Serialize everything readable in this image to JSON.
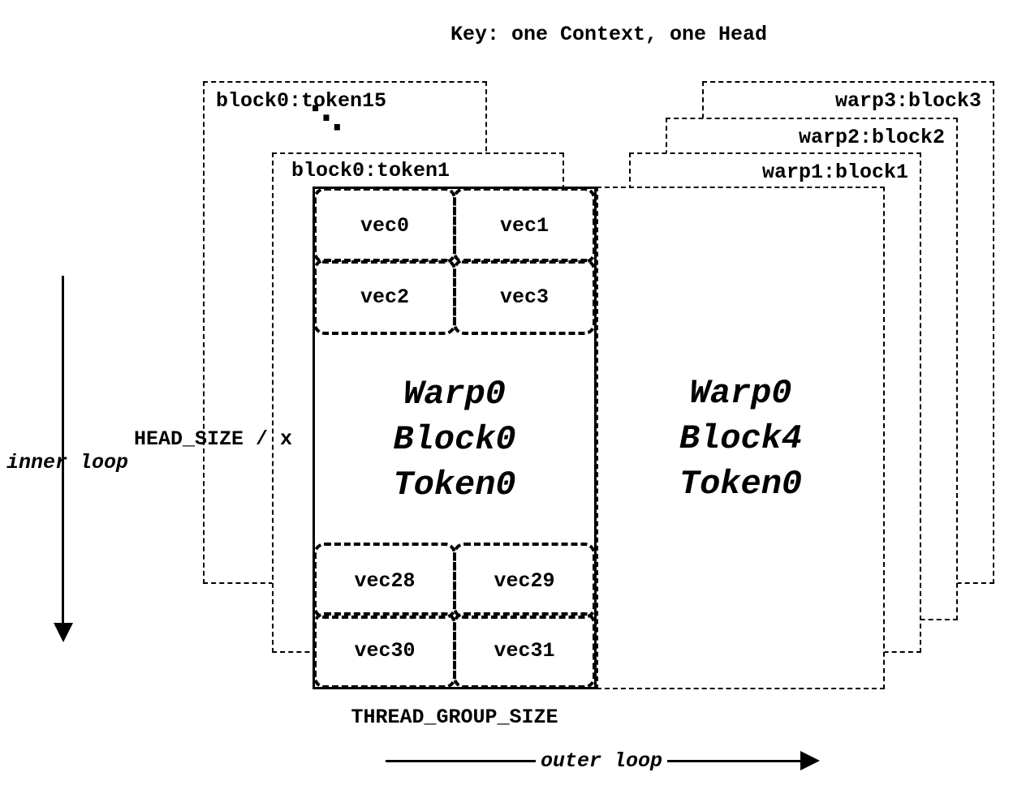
{
  "title": "Key: one Context, one Head",
  "left_stack": {
    "back_label": "block0:token15",
    "ellipsis": "⋱",
    "front_label": "block0:token1"
  },
  "right_stack": {
    "back_label": "warp3:block3",
    "mid_label": "warp2:block2",
    "front_label": "warp1:block1"
  },
  "main_block": {
    "top_vecs": [
      "vec0",
      "vec1",
      "vec2",
      "vec3"
    ],
    "center_lines": [
      "Warp0",
      "Block0",
      "Token0"
    ],
    "bottom_vecs": [
      "vec28",
      "vec29",
      "vec30",
      "vec31"
    ]
  },
  "right_block": {
    "center_lines": [
      "Warp0",
      "Block4",
      "Token0"
    ]
  },
  "annotations": {
    "head_size": "HEAD_SIZE / x",
    "inner_loop": "inner loop",
    "thread_group_size": "THREAD_GROUP_SIZE",
    "outer_loop": "outer loop"
  },
  "colors": {
    "line": "#000000",
    "background": "#ffffff"
  }
}
